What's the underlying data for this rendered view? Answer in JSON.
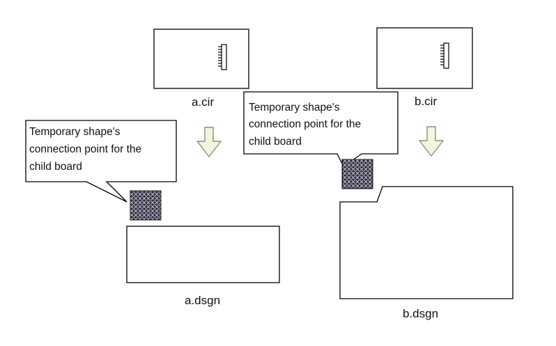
{
  "boards": {
    "left_source": {
      "label": "a.cir"
    },
    "right_source": {
      "label": "b.cir"
    },
    "left_design": {
      "label": "a.dsgn"
    },
    "right_design": {
      "label": "b.dsgn"
    }
  },
  "callouts": {
    "left": {
      "lines": [
        "Temporary shape's",
        "connection point for the",
        "child board"
      ]
    },
    "right": {
      "lines": [
        "Temporary shape's",
        "connection point for the",
        "child board"
      ]
    }
  },
  "colors": {
    "line": "#000000",
    "arrow_fill": "#f3f5df",
    "arrow_stroke": "#8a8f78",
    "pattern_fill": "#2e2e3e"
  },
  "icons": {
    "connector": "connector-icon",
    "arrow": "down-arrow-icon",
    "connection_point": "grid-pattern-icon"
  }
}
